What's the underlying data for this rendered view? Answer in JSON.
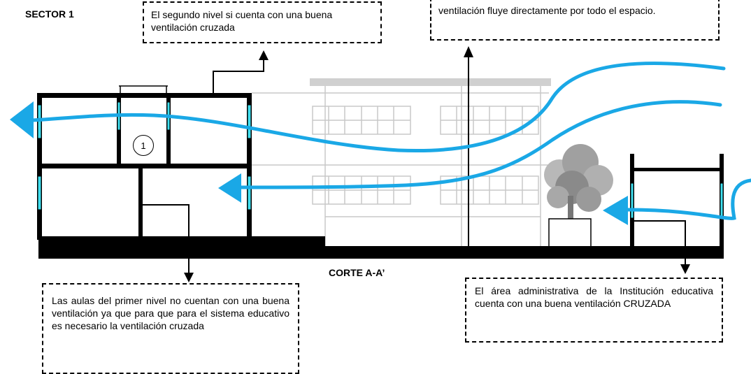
{
  "sector_label": "SECTOR 1",
  "section_title": "CORTE A-A’",
  "space_number": "1",
  "notes": {
    "top_left": "El segundo nivel si cuenta con una buena ventilación cruzada",
    "top_right": "ventilación fluye directamente por todo el espacio.",
    "bottom_left": "Las aulas del primer nivel no cuentan con una buena ventilación ya que para que para el sistema educativo es necesario la ventilación cruzada",
    "bottom_right": "El área administrativa de la Institución educativa cuenta con una buena ventilación CRUZADA"
  },
  "colors": {
    "airflow": "#1aa8e6",
    "window": "#3fe0f0",
    "structure": "#000000",
    "background_building": "#c8c8c8"
  }
}
